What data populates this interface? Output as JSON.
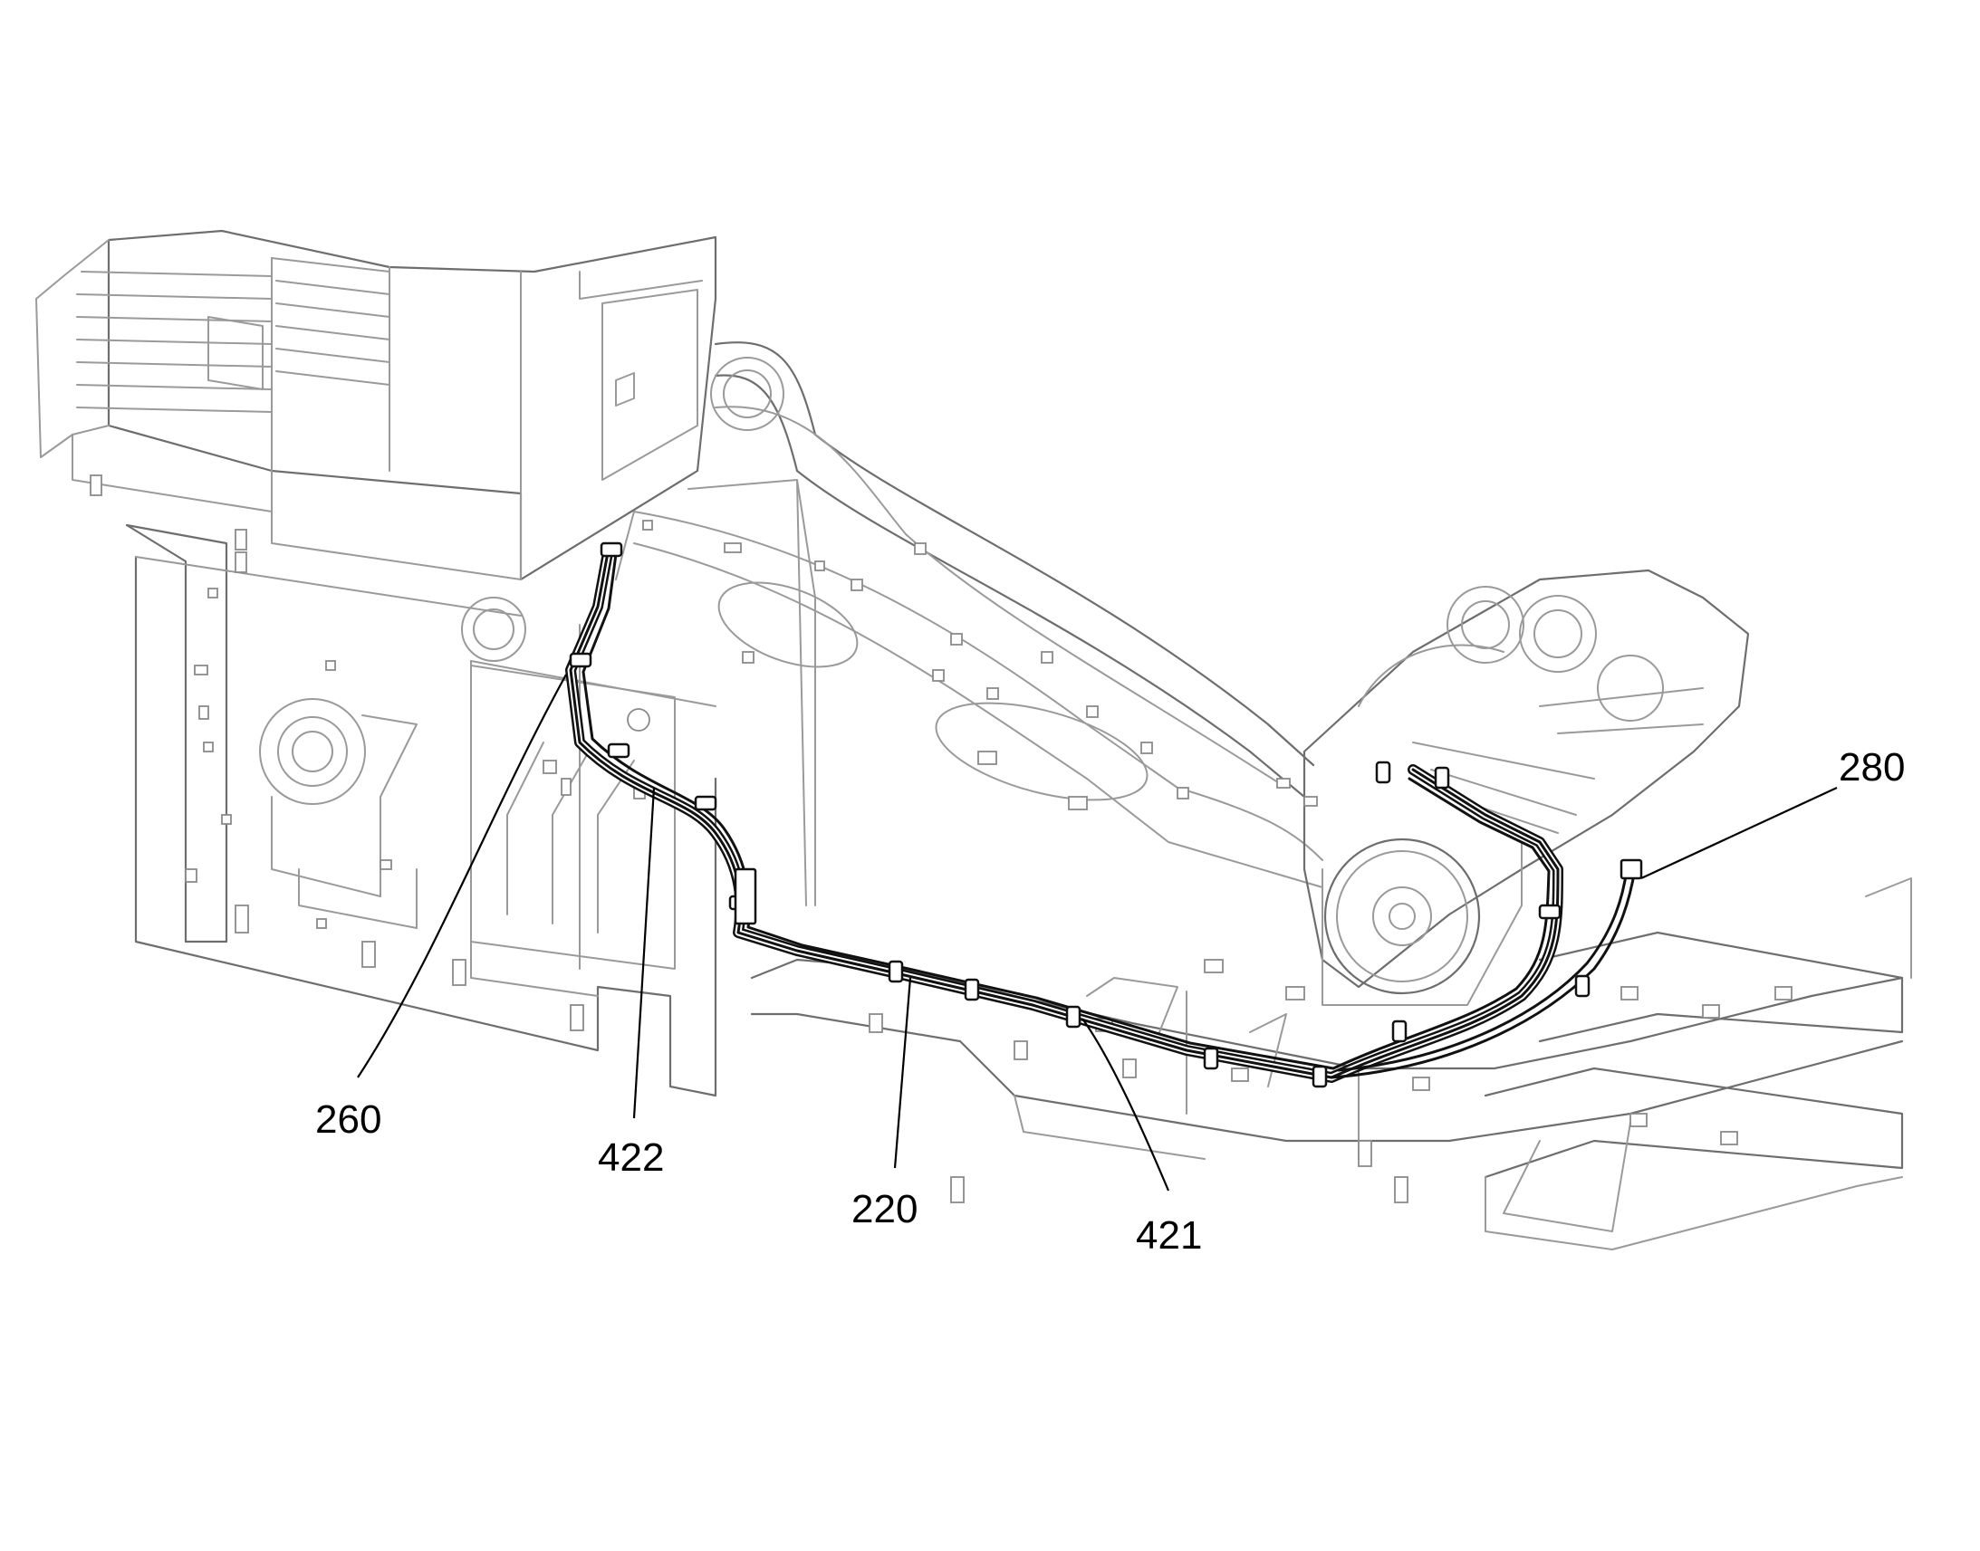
{
  "labels": {
    "l260": "260",
    "l422": "422",
    "l220": "220",
    "l421": "421",
    "l280": "280"
  },
  "colors": {
    "background": "#ffffff",
    "machine_outline": "#9a9a9a",
    "hose": "#111111",
    "leader": "#000000"
  }
}
